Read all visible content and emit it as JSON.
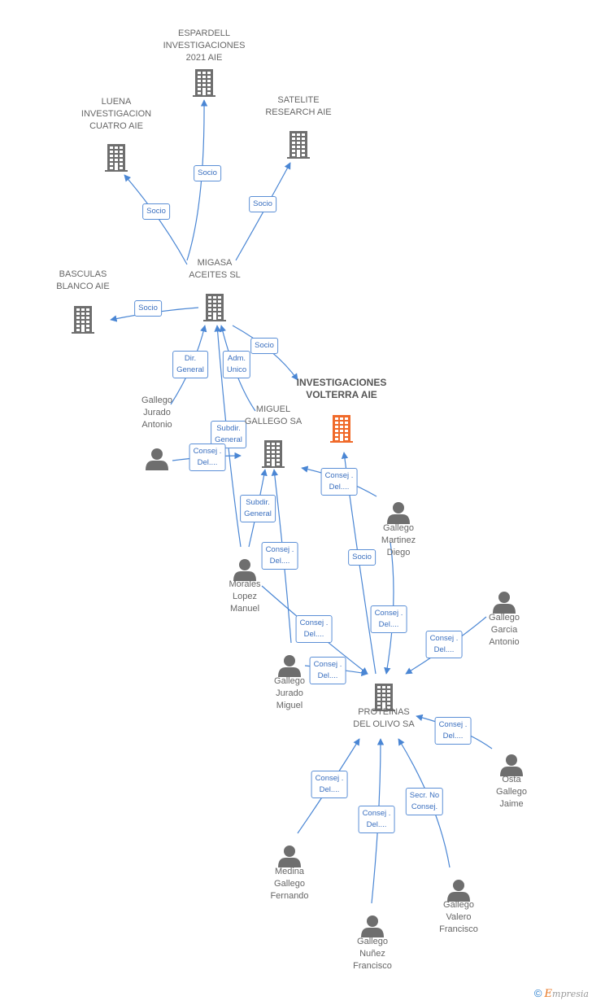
{
  "colors": {
    "edge": "#4a86d4",
    "company": "#6e6e6e",
    "focus": "#f06a2a",
    "person": "#6e6e6e"
  },
  "nodes": {
    "espardell": {
      "label": "ESPARDELL\nINVESTIGACIONES\n2021 AIE",
      "kind": "company-icon"
    },
    "luena": {
      "label": "LUENA\nINVESTIGACION\nCUATRO AIE",
      "kind": "company-icon"
    },
    "satelite": {
      "label": "SATELITE\nRESEARCH AIE",
      "kind": "company-icon"
    },
    "migasa": {
      "label": "MIGASA\nACEITES SL",
      "kind": "company-icon"
    },
    "basculas": {
      "label": "BASCULAS\nBLANCO AIE",
      "kind": "company-icon"
    },
    "volterra": {
      "label": "INVESTIGACIONES\nVOLTERRA AIE",
      "kind": "focus-company-icon"
    },
    "miguel_gallego_sa": {
      "label": "MIGUEL\nGALLEGO SA",
      "kind": "company-icon"
    },
    "proteinas": {
      "label": "PROTEINAS\nDEL OLIVO SA",
      "kind": "company-icon"
    },
    "gallego_jurado_antonio": {
      "label": "Gallego\nJurado\nAntonio",
      "kind": "person-icon"
    },
    "gallego_martinez_diego": {
      "label": "Gallego\nMartinez\nDiego",
      "kind": "person-icon"
    },
    "morales_lopez_manuel": {
      "label": "Morales\nLopez\nManuel",
      "kind": "person-icon"
    },
    "gallego_garcia_antonio": {
      "label": "Gallego\nGarcia\nAntonio",
      "kind": "person-icon"
    },
    "gallego_jurado_miguel": {
      "label": "Gallego\nJurado\nMiguel",
      "kind": "person-icon"
    },
    "osta_gallego_jaime": {
      "label": "Osta\nGallego\nJaime",
      "kind": "person-icon"
    },
    "medina_gallego_fernando": {
      "label": "Medina\nGallego\nFernando",
      "kind": "person-icon"
    },
    "gallego_valero_francisco": {
      "label": "Gallego\nValero\nFrancisco",
      "kind": "person-icon"
    },
    "gallego_nunez_francisco": {
      "label": "Gallego\nNuñez\nFrancisco",
      "kind": "person-icon"
    }
  },
  "edges": [
    {
      "from": "migasa",
      "to": "espardell",
      "label": "Socio"
    },
    {
      "from": "migasa",
      "to": "luena",
      "label": "Socio"
    },
    {
      "from": "migasa",
      "to": "satelite",
      "label": "Socio"
    },
    {
      "from": "migasa",
      "to": "basculas",
      "label": "Socio"
    },
    {
      "from": "migasa",
      "to": "volterra",
      "label": "Socio"
    },
    {
      "from": "gallego_jurado_antonio",
      "to": "migasa",
      "label": "Dir.\nGeneral"
    },
    {
      "from": "miguel_gallego_sa",
      "to": "migasa",
      "label": "Adm.\nUnico"
    },
    {
      "from": "morales_lopez_manuel",
      "to": "migasa",
      "label": "Subdir.\nGeneral"
    },
    {
      "from": "gallego_jurado_antonio",
      "to": "miguel_gallego_sa",
      "label": "Consej .\nDel...."
    },
    {
      "from": "morales_lopez_manuel",
      "to": "miguel_gallego_sa",
      "label": "Subdir.\nGeneral"
    },
    {
      "from": "gallego_jurado_miguel",
      "to": "miguel_gallego_sa",
      "label": "Consej .\nDel...."
    },
    {
      "from": "gallego_martinez_diego",
      "to": "miguel_gallego_sa",
      "label": "Consej .\nDel...."
    },
    {
      "from": "proteinas",
      "to": "volterra",
      "label": "Socio"
    },
    {
      "from": "gallego_martinez_diego",
      "to": "proteinas",
      "label": "Consej .\nDel...."
    },
    {
      "from": "gallego_garcia_antonio",
      "to": "proteinas",
      "label": "Consej .\nDel...."
    },
    {
      "from": "morales_lopez_manuel",
      "to": "proteinas",
      "label": "Consej .\nDel...."
    },
    {
      "from": "gallego_jurado_miguel",
      "to": "proteinas",
      "label": "Consej .\nDel...."
    },
    {
      "from": "osta_gallego_jaime",
      "to": "proteinas",
      "label": "Consej .\nDel...."
    },
    {
      "from": "medina_gallego_fernando",
      "to": "proteinas",
      "label": "Consej .\nDel...."
    },
    {
      "from": "gallego_nunez_francisco",
      "to": "proteinas",
      "label": "Consej .\nDel...."
    },
    {
      "from": "gallego_valero_francisco",
      "to": "proteinas",
      "label": "Secr.  No\nConsej."
    }
  ],
  "brand": {
    "copyright": "©",
    "e": "E",
    "rest": "mpresia"
  }
}
